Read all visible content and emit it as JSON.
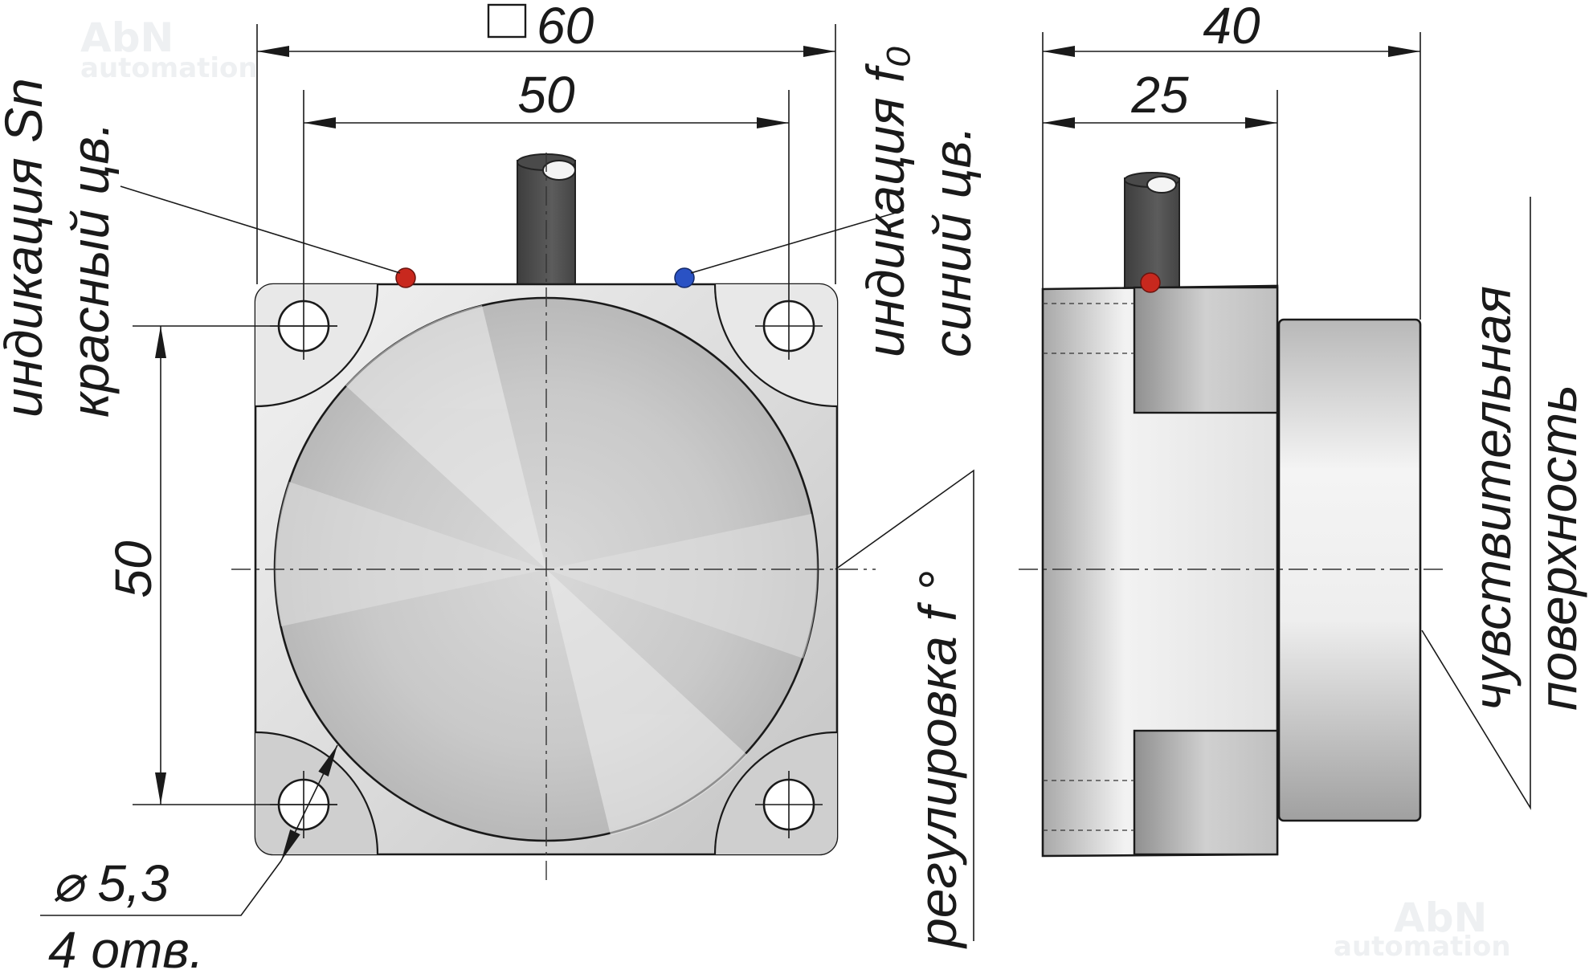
{
  "watermark": {
    "line1": "AbN",
    "line2": "automation"
  },
  "front_view": {
    "square_dim": "60",
    "hole_spacing_h": "50",
    "hole_spacing_v": "50",
    "hole_dia": "⌀ 5,3",
    "hole_count": "4 отв.",
    "led_red_label": {
      "line1": "индикация Sn",
      "line2": "красный цв."
    },
    "led_blue_label": {
      "line1": "индикация f₀",
      "line2": "синий цв."
    },
    "adjust_label": "регулировка f °"
  },
  "side_view": {
    "total_length": "40",
    "body_length": "25",
    "sensing_label": {
      "line1": "чувствительная",
      "line2": "поверхность"
    }
  },
  "colors": {
    "led_red": "#c8281e",
    "led_blue": "#2a52c4",
    "cable": "#555555",
    "metal_light": "#f2f2f2",
    "metal_dark": "#a8a8a8"
  }
}
